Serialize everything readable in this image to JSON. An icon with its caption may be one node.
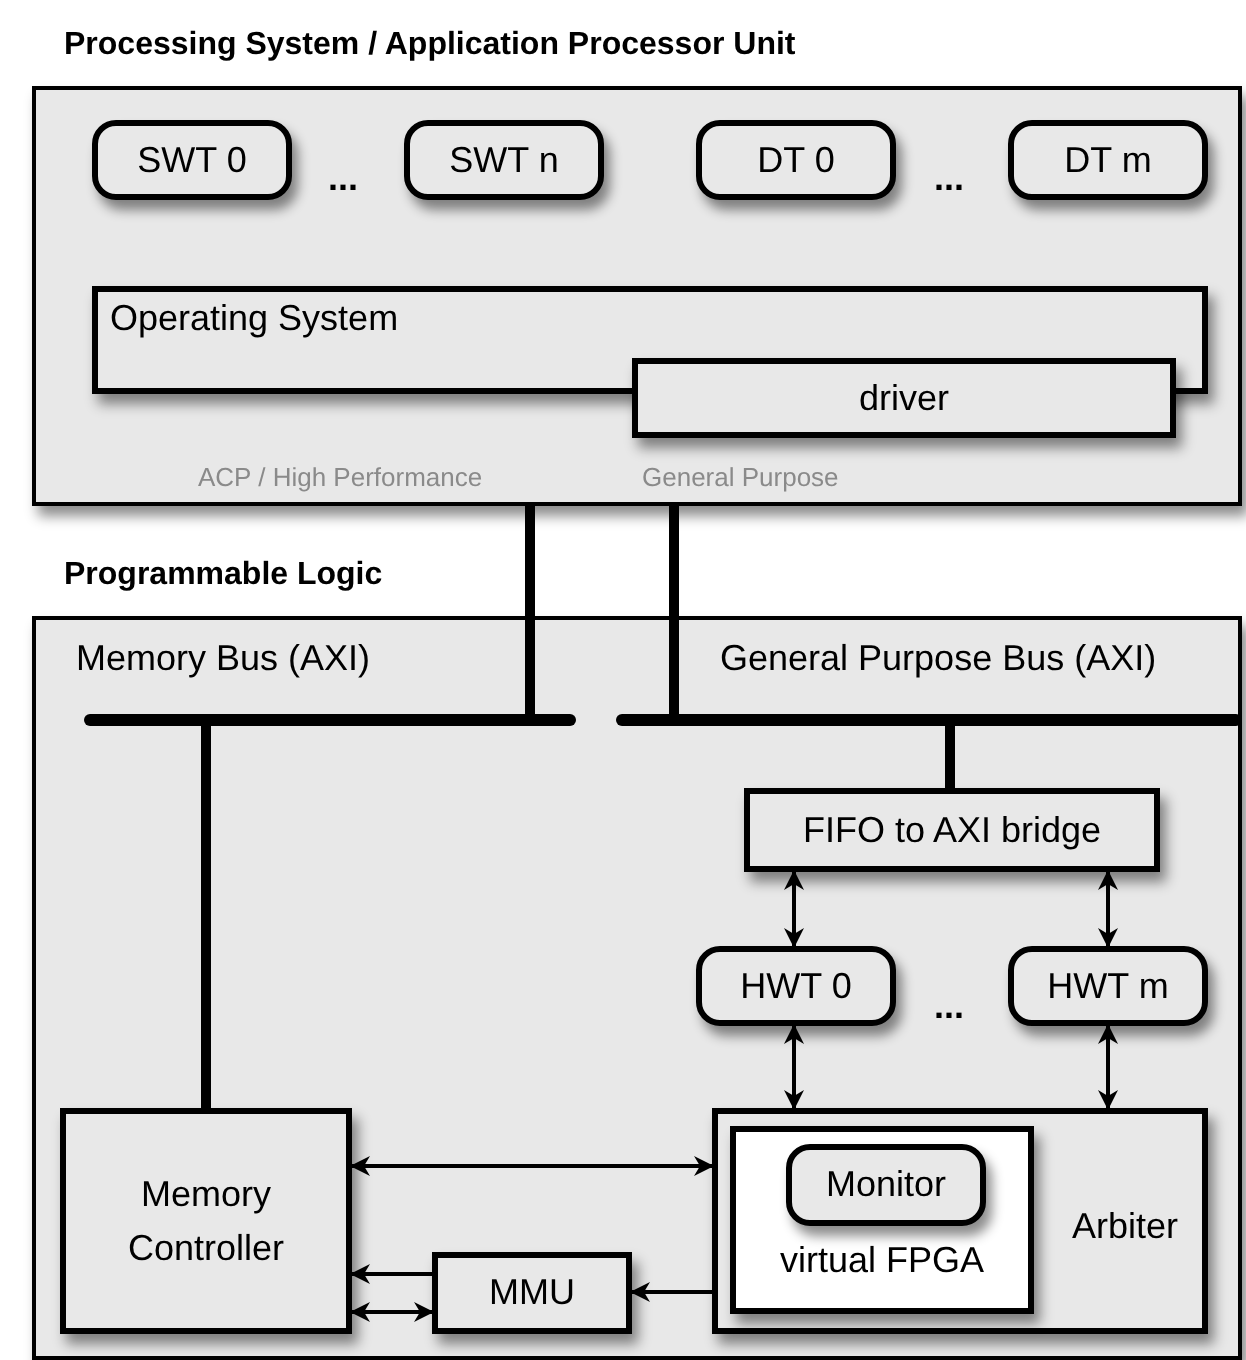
{
  "diagram": {
    "nodes": [
      {
        "text": [
          "Processing System / Application Processor Unit"
        ]
      },
      {
        "text": [
          "SWT 0"
        ],
        "in": 0
      },
      {
        "text": [
          "SWT n"
        ],
        "in": 0
      },
      {
        "text": [
          "DT 0"
        ],
        "in": 0
      },
      {
        "text": [
          "DT m"
        ],
        "in": 0
      },
      {
        "text": [
          "Operating System"
        ],
        "in": 0
      },
      {
        "text": [
          "driver"
        ],
        "in": 0
      },
      {
        "text": [
          "Programmable Logic"
        ]
      },
      {
        "text": [
          "Memory Bus (AXI)"
        ],
        "in": 7
      },
      {
        "text": [
          "General Purpose Bus (AXI)"
        ],
        "in": 7
      },
      {
        "text": [
          "FIFO to AXI bridge"
        ],
        "in": 7
      },
      {
        "text": [
          "HWT 0"
        ],
        "in": 7
      },
      {
        "text": [
          "HWT m"
        ],
        "in": 7
      },
      {
        "text": [
          "Memory Controller"
        ],
        "in": 7
      },
      {
        "text": [
          "Arbiter"
        ],
        "in": 7
      },
      {
        "text": [
          "virtual FPGA"
        ],
        "in": 14
      },
      {
        "text": [
          "Monitor"
        ],
        "in": 15
      },
      {
        "text": [
          "MMU"
        ],
        "in": 7
      }
    ],
    "edges": [
      {
        "from": 0,
        "to": 8,
        "arrow": "none",
        "style": "thick"
      },
      {
        "from": 0,
        "to": 9,
        "arrow": "none",
        "style": "thick"
      },
      {
        "from": 9,
        "to": 10,
        "arrow": "none",
        "style": "thick"
      },
      {
        "from": 8,
        "to": 13,
        "arrow": "none",
        "style": "thick"
      },
      {
        "from": 10,
        "to": 11,
        "arrow": "both"
      },
      {
        "from": 10,
        "to": 12,
        "arrow": "both"
      },
      {
        "from": 11,
        "to": 14,
        "arrow": "both"
      },
      {
        "from": 12,
        "to": 14,
        "arrow": "both"
      },
      {
        "from": 13,
        "to": 14,
        "arrow": "both"
      },
      {
        "from": 14,
        "to": 17,
        "arrow": "to"
      },
      {
        "from": 17,
        "to": 13,
        "arrow": "to"
      },
      {
        "from": 17,
        "to": 13,
        "arrow": "both"
      }
    ],
    "labels": [
      "...",
      "...",
      "ACP / High Performance",
      "General Purpose",
      "..."
    ]
  }
}
